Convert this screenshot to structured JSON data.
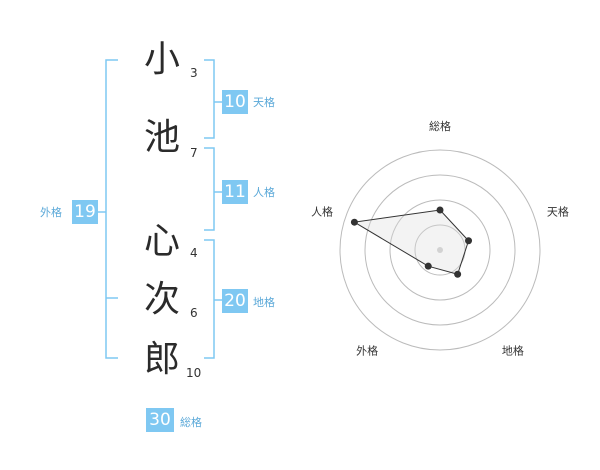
{
  "name_chars": [
    {
      "char": "小",
      "strokes": "3"
    },
    {
      "char": "池",
      "strokes": "7"
    },
    {
      "char": "心",
      "strokes": "4"
    },
    {
      "char": "次",
      "strokes": "6"
    },
    {
      "char": "郎",
      "strokes": "10"
    }
  ],
  "fortunes": {
    "ten": {
      "value": "10",
      "label": "天格"
    },
    "jin": {
      "value": "11",
      "label": "人格"
    },
    "chi": {
      "value": "20",
      "label": "地格"
    },
    "gai": {
      "value": "19",
      "label": "外格"
    },
    "sou": {
      "value": "30",
      "label": "総格"
    }
  },
  "chart_data": {
    "type": "radar",
    "axes": [
      "総格",
      "天格",
      "地格",
      "外格",
      "人格"
    ],
    "values": [
      0.4,
      0.3,
      0.3,
      0.2,
      0.9
    ],
    "rings": 4,
    "grid": true
  },
  "colors": {
    "accent": "#7fc8f2",
    "label": "#5aa8d8"
  }
}
